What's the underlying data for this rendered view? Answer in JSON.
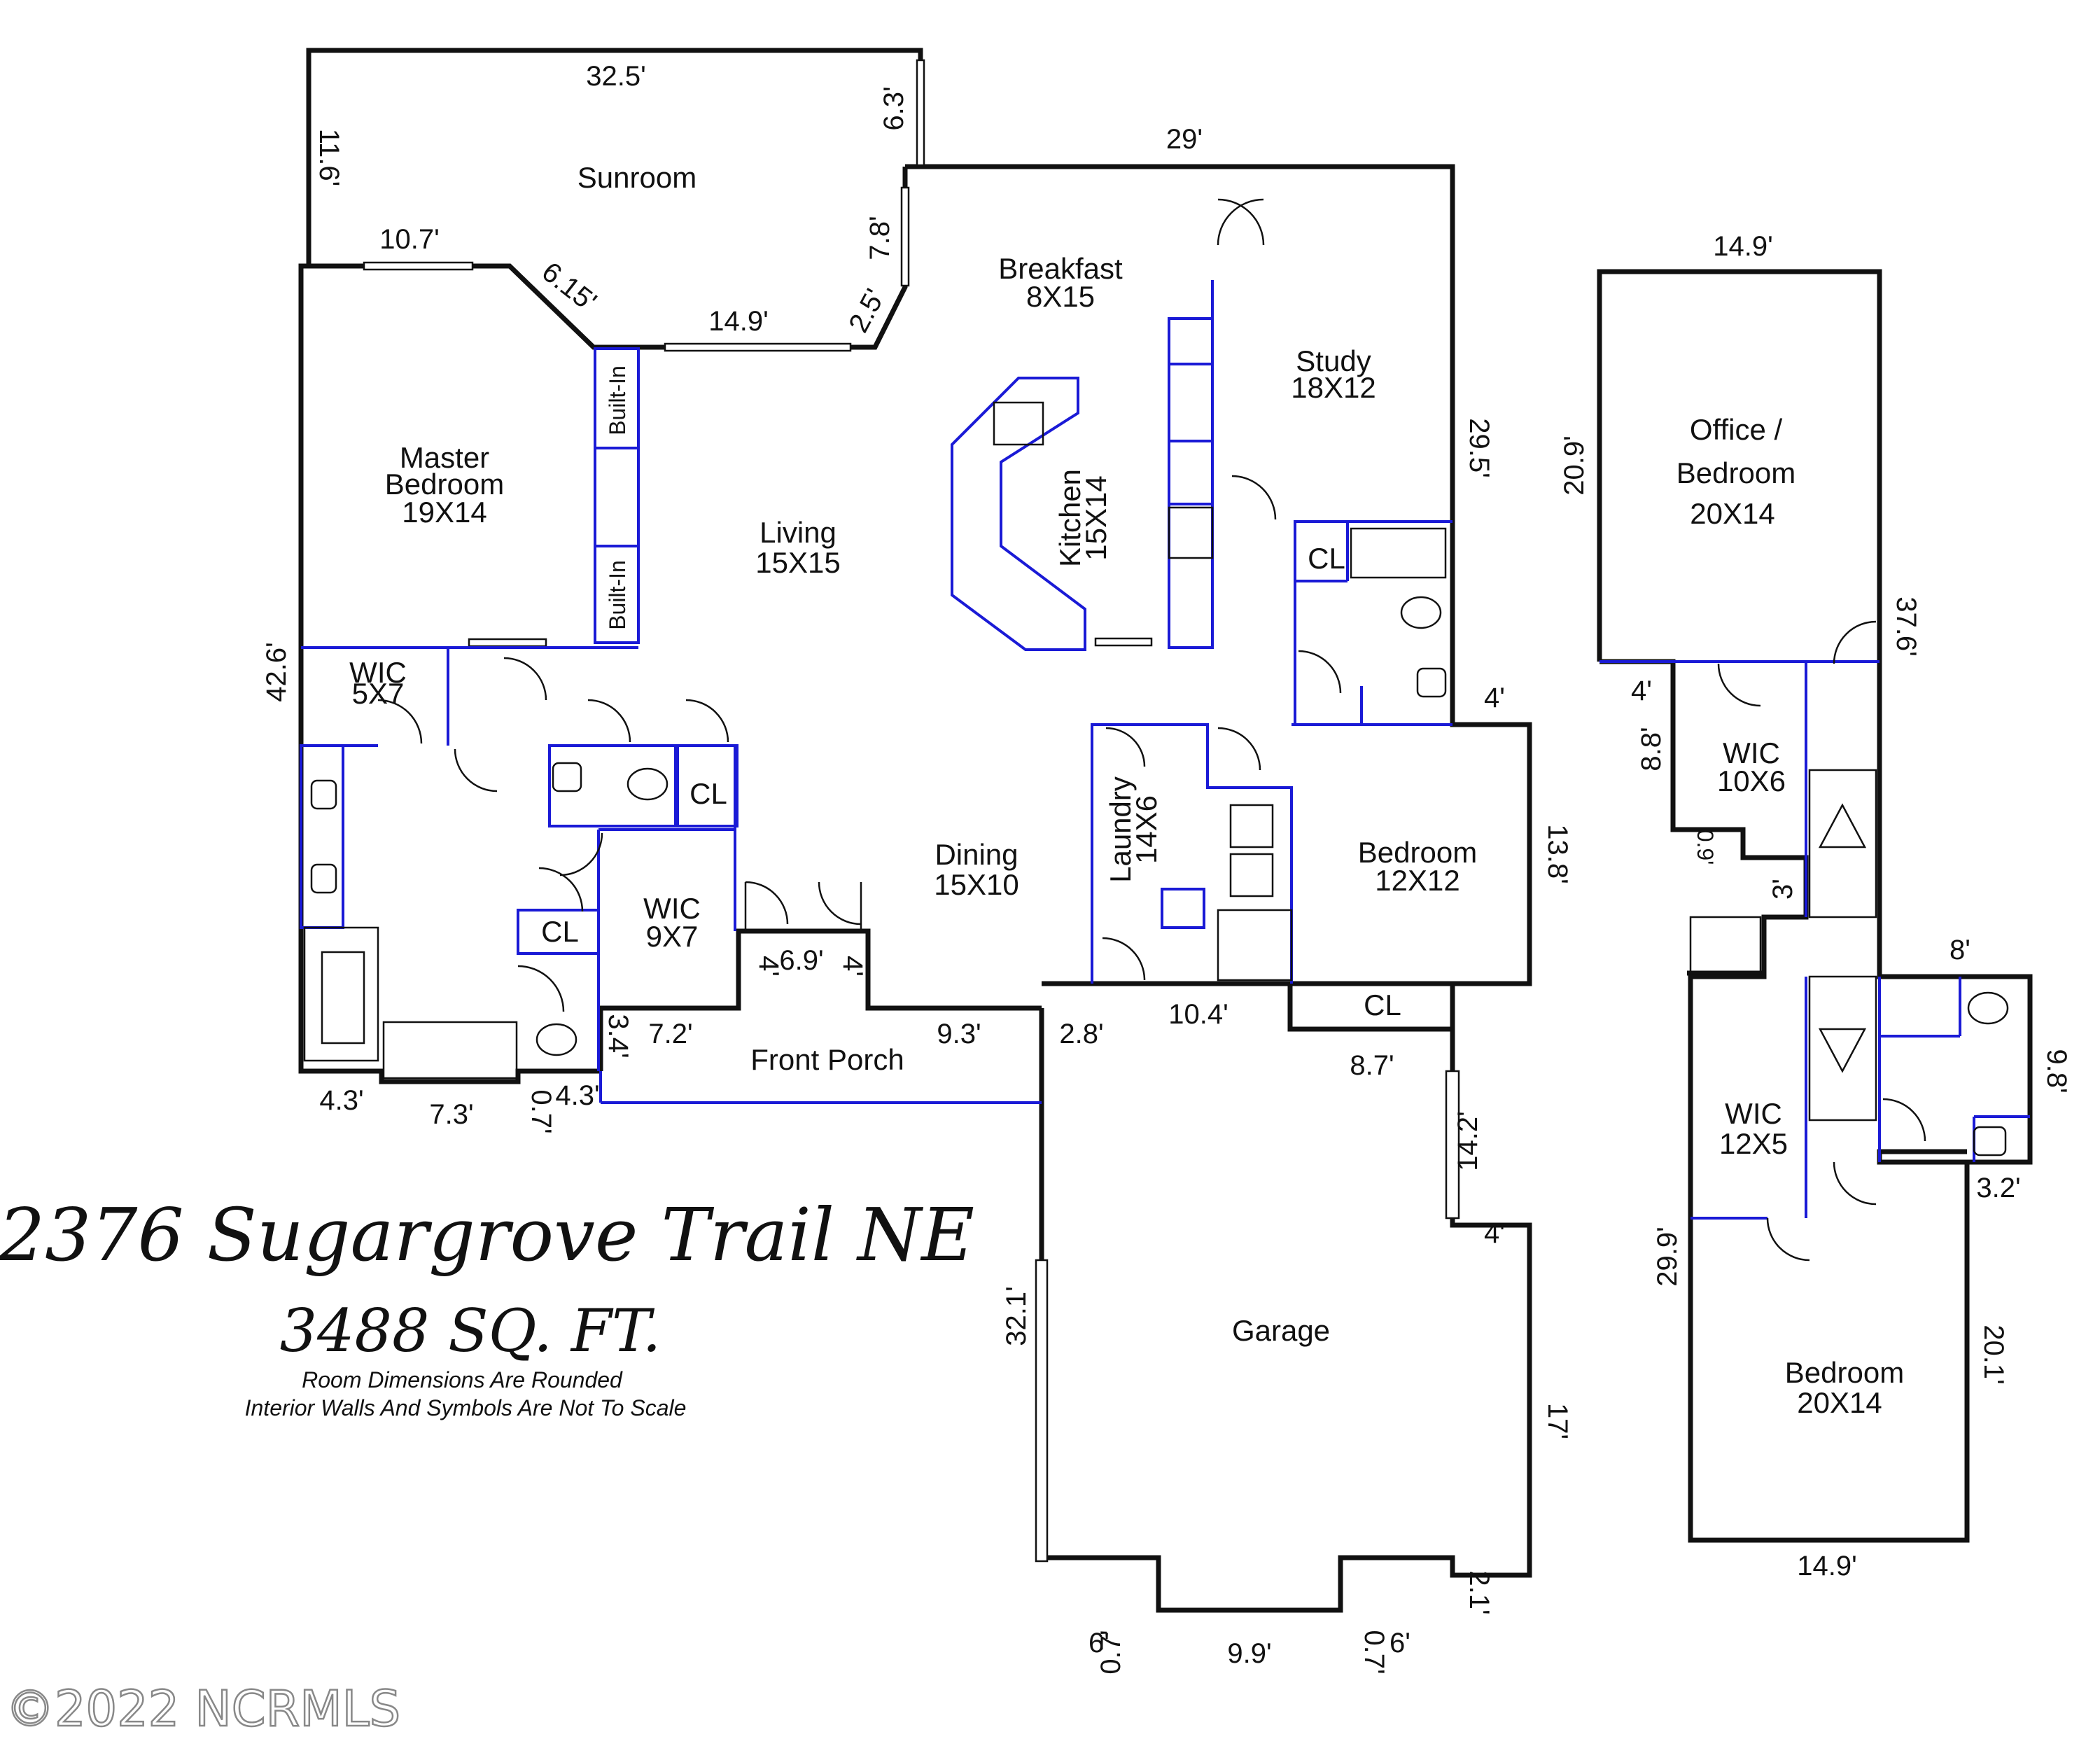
{
  "address": "2376 Sugargrove Trail NE",
  "area": "3488 SQ. FT.",
  "notes": [
    "Room Dimensions Are Rounded",
    "Interior Walls And Symbols Are Not To Scale"
  ],
  "watermark": "©2022 NCRMLS",
  "rooms": {
    "sunroom": "Sunroom",
    "breakfast": [
      "Breakfast",
      "8X15"
    ],
    "study": [
      "Study",
      "18X12"
    ],
    "master": [
      "Master",
      "Bedroom",
      "19X14"
    ],
    "builtin_top": "Built-In",
    "builtin_bottom": "Built-In",
    "living": [
      "Living",
      "15X15"
    ],
    "kitchen": [
      "Kitchen",
      "15X14"
    ],
    "cl_bath": "CL",
    "wic_master": [
      "WIC",
      "5X7"
    ],
    "cl_hall": "CL",
    "wic_bath": [
      "WIC",
      "9X7"
    ],
    "cl_bath2": "CL",
    "dining": [
      "Dining",
      "15X10"
    ],
    "laundry": [
      "Laundry",
      "14X6"
    ],
    "bedroom_main": [
      "Bedroom",
      "12X12"
    ],
    "cl_garage": "CL",
    "front_porch": "Front Porch",
    "garage": "Garage",
    "office": [
      "Office /",
      "Bedroom",
      "20X14"
    ],
    "wic_upper": [
      "WIC",
      "10X6"
    ],
    "wic_upper2": [
      "WIC",
      "12X5"
    ],
    "bedroom_upper": [
      "Bedroom",
      "20X14"
    ]
  },
  "dims": {
    "d_32_5": "32.5'",
    "d_6_3": "6.3'",
    "d_11_6": "11.6'",
    "d_29": "29'",
    "d_10_7": "10.7'",
    "d_6_15": "6.15'",
    "d_7_8": "7.8'",
    "d_14_9a": "14.9'",
    "d_2_5": "2.5'",
    "d_29_5": "29.5'",
    "d_42_6": "42.6'",
    "d_4a": "4'",
    "d_13_8": "13.8'",
    "d_6_9": "6.9'",
    "d_4b": "4'",
    "d_4c": "4'",
    "d_3_4": "3.4'",
    "d_7_2": "7.2'",
    "d_9_3": "9.3'",
    "d_2_8": "2.8'",
    "d_10_4": "10.4'",
    "d_8_7": "8.7'",
    "d_4_3a": "4.3'",
    "d_7_3": "7.3'",
    "d_0_7a": "0.7'",
    "d_4_3b": "4.3'",
    "d_14_2": "14.2'",
    "d_4d": "4'",
    "d_32_1": "32.1'",
    "d_17": "17'",
    "d_2_1": "2.1'",
    "d_6a": "6'",
    "d_0_7b": "0.7'",
    "d_9_9": "9.9'",
    "d_0_7c": "0.7'",
    "d_6b": "6'",
    "d_14_9b": "14.9'",
    "d_20_9": "20.9'",
    "d_37_6": "37.6'",
    "d_4e": "4'",
    "d_8_8": "8.8'",
    "d_0_9": "0.9'",
    "d_3": "3'",
    "d_8": "8'",
    "d_9_8": "9.8'",
    "d_3_2": "3.2'",
    "d_29_9": "29.9'",
    "d_20_1": "20.1'",
    "d_14_9c": "14.9'"
  }
}
